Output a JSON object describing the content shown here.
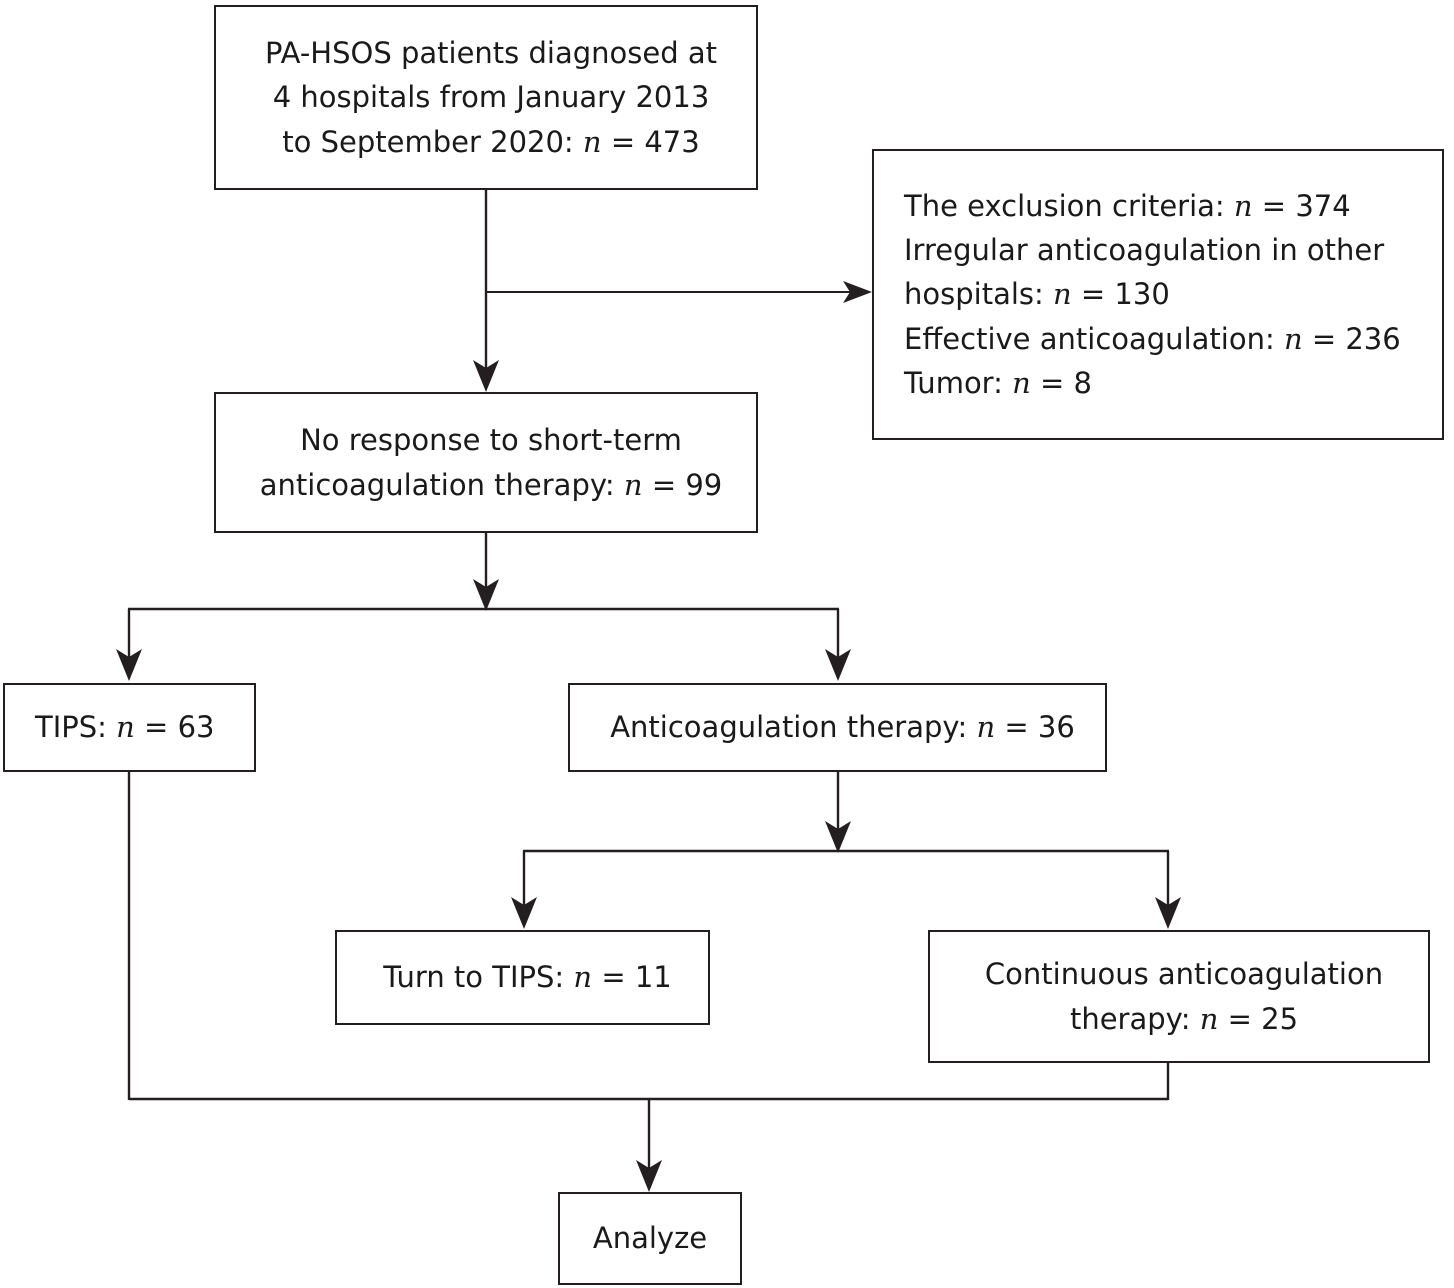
{
  "chart_data": {
    "type": "diagram",
    "title": "PA-HSOS patient selection flow diagram",
    "nodes": [
      {
        "id": "diagnosed",
        "name": "diagnosed-box",
        "align": "center",
        "lines": [
          "PA-HSOS patients diagnosed at",
          "4 hospitals from January 2013",
          "to September 2020: n = 473"
        ],
        "count": 473
      },
      {
        "id": "exclusion",
        "name": "exclusion-box",
        "align": "left",
        "lines": [
          "The exclusion criteria: n = 374",
          "Irregular anticoagulation in other",
          "hospitals: n = 130",
          "Effective anticoagulation: n = 236",
          "Tumor: n = 8"
        ],
        "count": 374
      },
      {
        "id": "no-response",
        "name": "no-response-box",
        "align": "center",
        "lines": [
          "No response to short-term",
          "anticoagulation therapy: n = 99"
        ],
        "count": 99
      },
      {
        "id": "tips",
        "name": "tips-box",
        "align": "left",
        "lines": [
          "TIPS: n = 63"
        ],
        "count": 63
      },
      {
        "id": "anticoagulation",
        "name": "anticoagulation-box",
        "align": "center",
        "lines": [
          "Anticoagulation therapy: n = 36"
        ],
        "count": 36
      },
      {
        "id": "turn-to-tips",
        "name": "turn-to-tips-box",
        "align": "center",
        "lines": [
          "Turn to TIPS: n = 11"
        ],
        "count": 11
      },
      {
        "id": "continuous",
        "name": "continuous-anticoagulation-box",
        "align": "center",
        "lines": [
          "Continuous anticoagulation",
          "therapy: n = 25"
        ],
        "count": 25
      },
      {
        "id": "analyze",
        "name": "analyze-box",
        "align": "center",
        "lines": [
          "Analyze"
        ]
      }
    ],
    "edges": [
      {
        "from": "diagnosed",
        "to": "no-response",
        "kind": "vertical-arrow"
      },
      {
        "from": "diagnosed",
        "to": "exclusion",
        "kind": "elbow-right-arrow"
      },
      {
        "from": "no-response",
        "to": "tips",
        "kind": "split-arrow"
      },
      {
        "from": "no-response",
        "to": "anticoagulation",
        "kind": "split-arrow"
      },
      {
        "from": "anticoagulation",
        "to": "turn-to-tips",
        "kind": "split-arrow"
      },
      {
        "from": "anticoagulation",
        "to": "continuous",
        "kind": "split-arrow"
      },
      {
        "from": "tips",
        "to": "analyze",
        "kind": "merge-arrow"
      },
      {
        "from": "continuous",
        "to": "analyze",
        "kind": "merge-arrow"
      }
    ],
    "colors": {
      "stroke": "#231f20",
      "text": "#1a1a1a",
      "background": "#ffffff"
    }
  },
  "boxes": {
    "diagnosed": {
      "l0": "PA-HSOS patients diagnosed at",
      "l1": "4 hospitals from January 2013",
      "l2a": "to September 2020: ",
      "l2n": "n",
      "l2b": " = 473"
    },
    "exclusion": {
      "l0a": "The exclusion criteria: ",
      "l0n": "n",
      "l0b": " = 374",
      "l1": "Irregular anticoagulation in other",
      "l2a": "hospitals: ",
      "l2n": "n",
      "l2b": " = 130",
      "l3a": "Effective anticoagulation: ",
      "l3n": "n",
      "l3b": " = 236",
      "l4a": "Tumor: ",
      "l4n": "n",
      "l4b": " = 8"
    },
    "no_response": {
      "l0": "No response to short-term",
      "l1a": "anticoagulation therapy: ",
      "l1n": "n",
      "l1b": " = 99"
    },
    "tips": {
      "l0a": "TIPS: ",
      "l0n": "n",
      "l0b": " = 63"
    },
    "anticoagulation": {
      "l0a": "Anticoagulation therapy: ",
      "l0n": "n",
      "l0b": " = 36"
    },
    "turn_to_tips": {
      "l0a": "Turn to TIPS: ",
      "l0n": "n",
      "l0b": " = 11"
    },
    "continuous": {
      "l0": "Continuous anticoagulation",
      "l1a": "therapy: ",
      "l1n": "n",
      "l1b": " = 25"
    },
    "analyze": {
      "l0": "Analyze"
    }
  }
}
